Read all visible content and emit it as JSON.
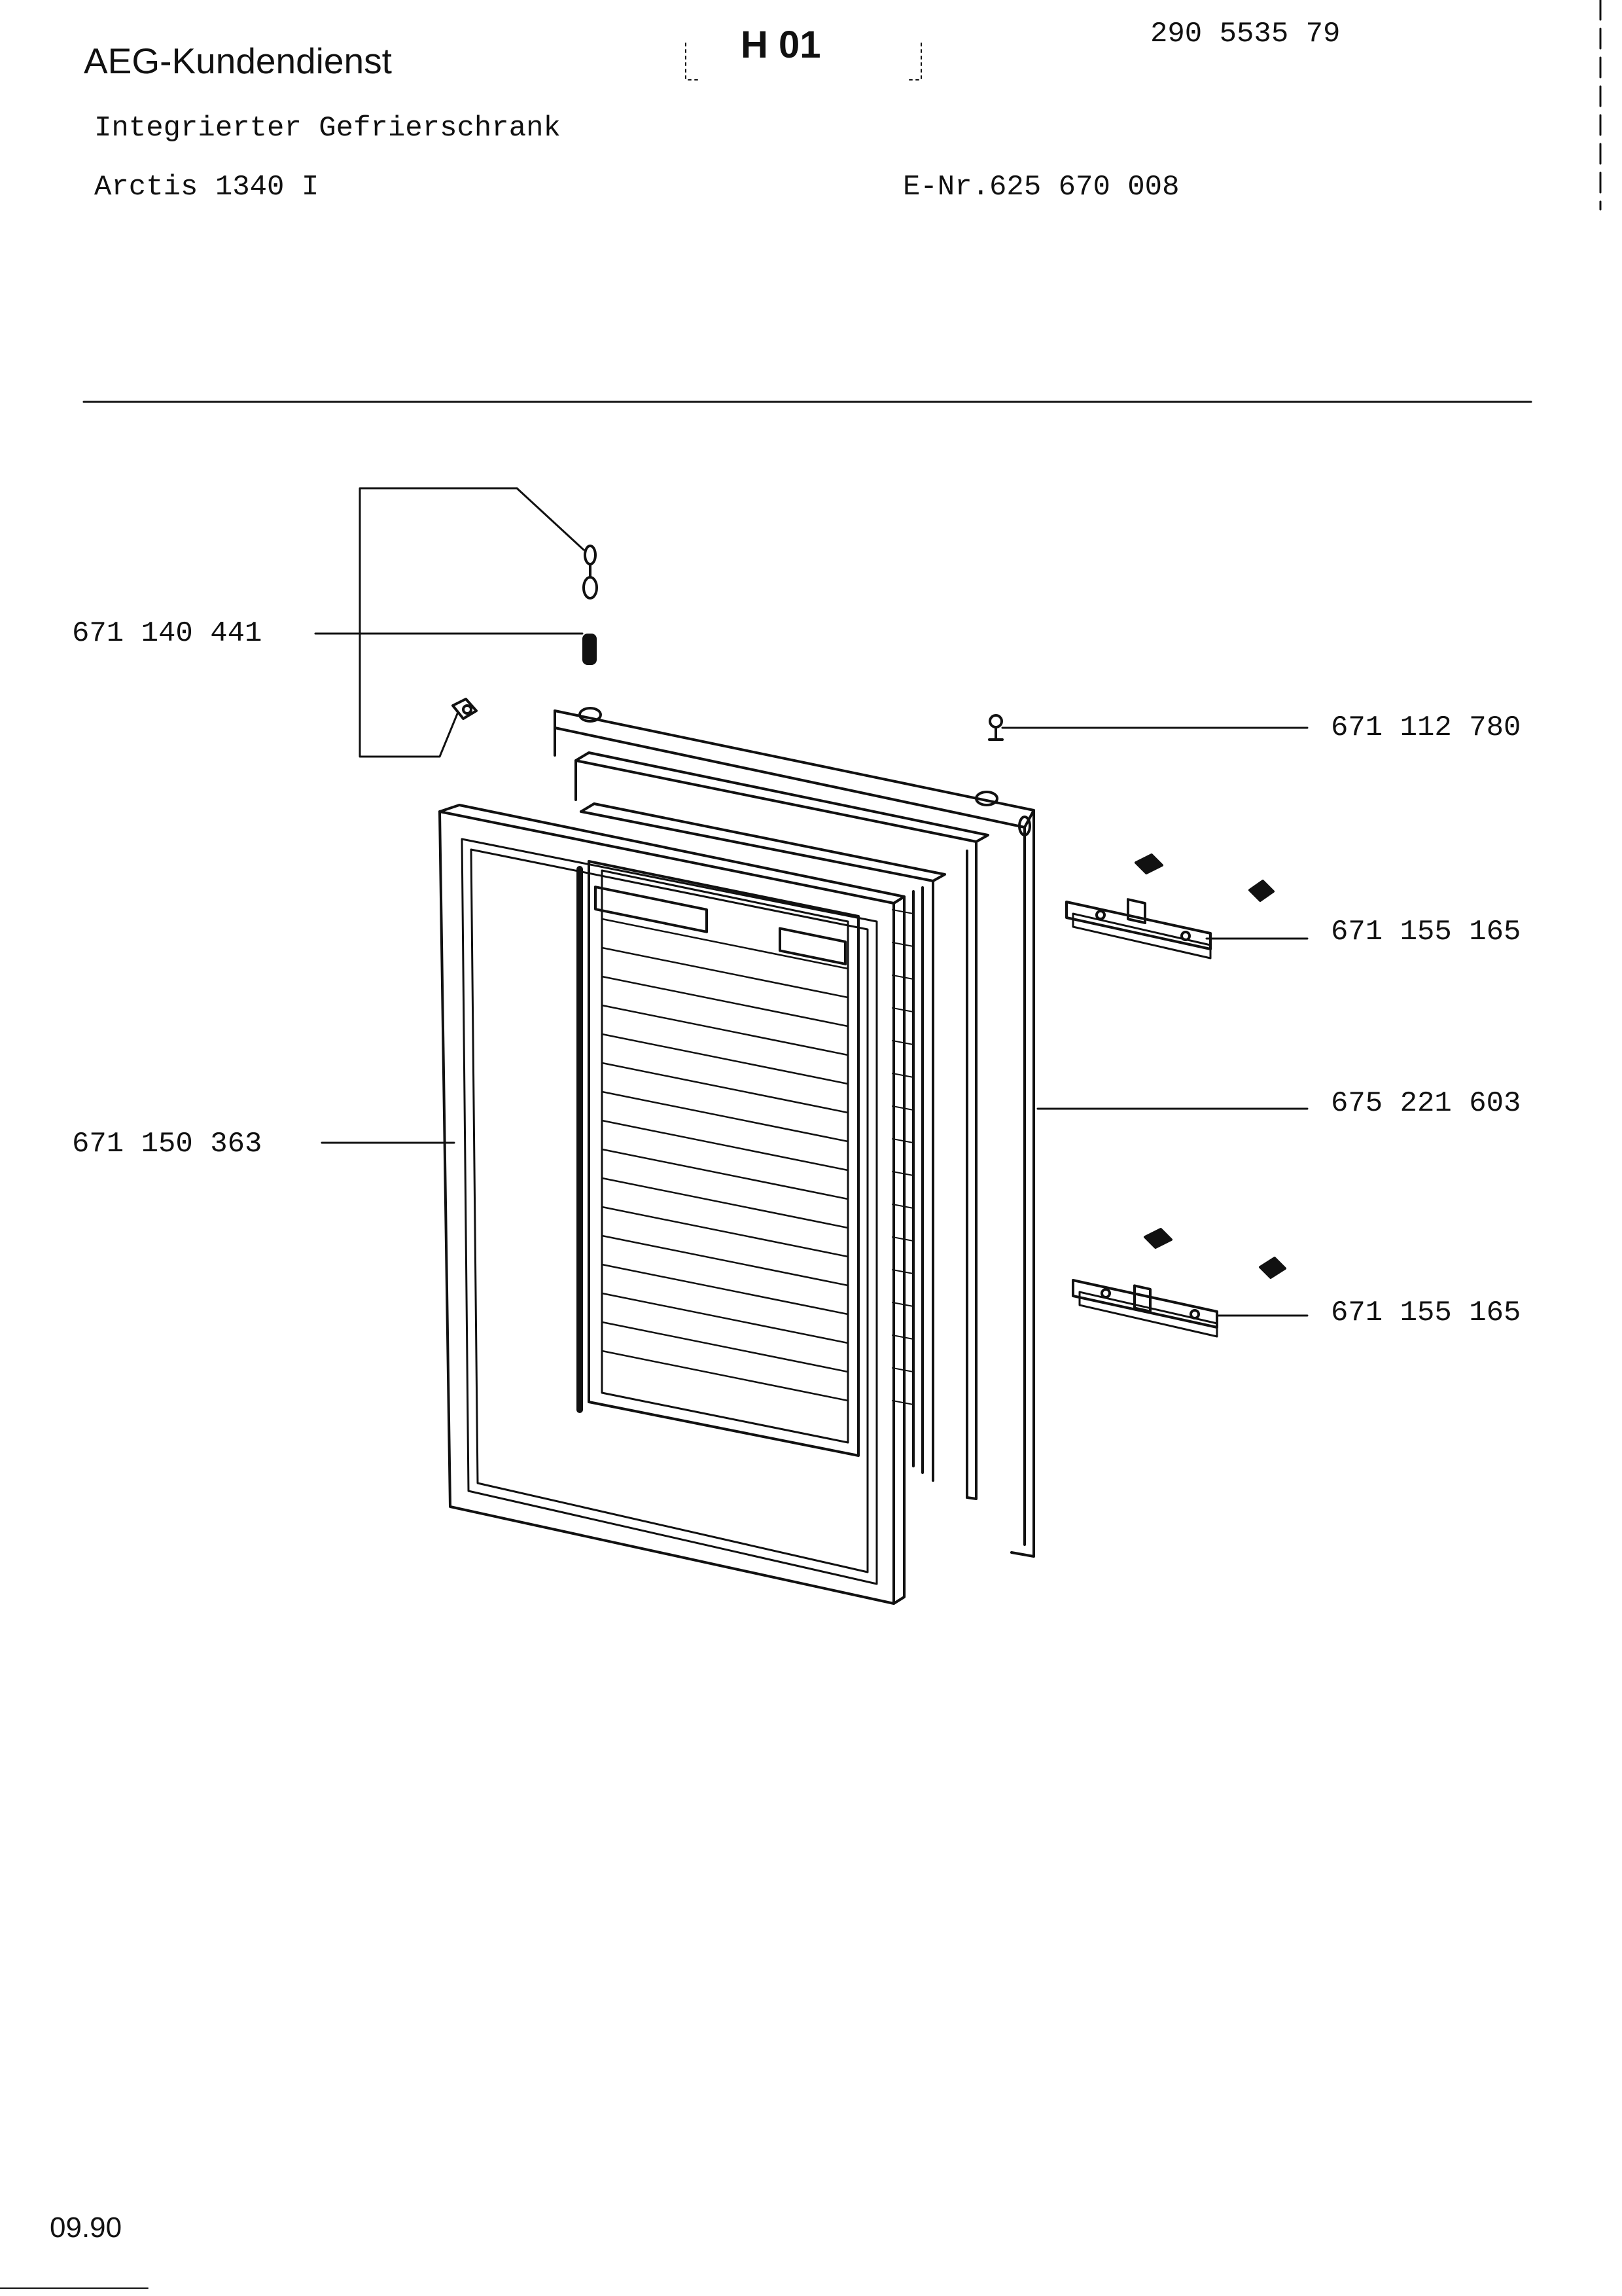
{
  "header": {
    "brand": "AEG-Kundendienst",
    "sheet": "H 01",
    "document_number": "290 5535 79",
    "product_type": "Integrierter Gefrierschrank",
    "model": "Arctis 1340 I",
    "e_number": "E-Nr.625 670 008"
  },
  "parts": [
    {
      "number": "671 140 441"
    },
    {
      "number": "671 112 780"
    },
    {
      "number": "671 155 165"
    },
    {
      "number": "675 221 603"
    },
    {
      "number": "671 150 363"
    },
    {
      "number": "671 155 165"
    }
  ],
  "footer": {
    "date": "09.90"
  }
}
